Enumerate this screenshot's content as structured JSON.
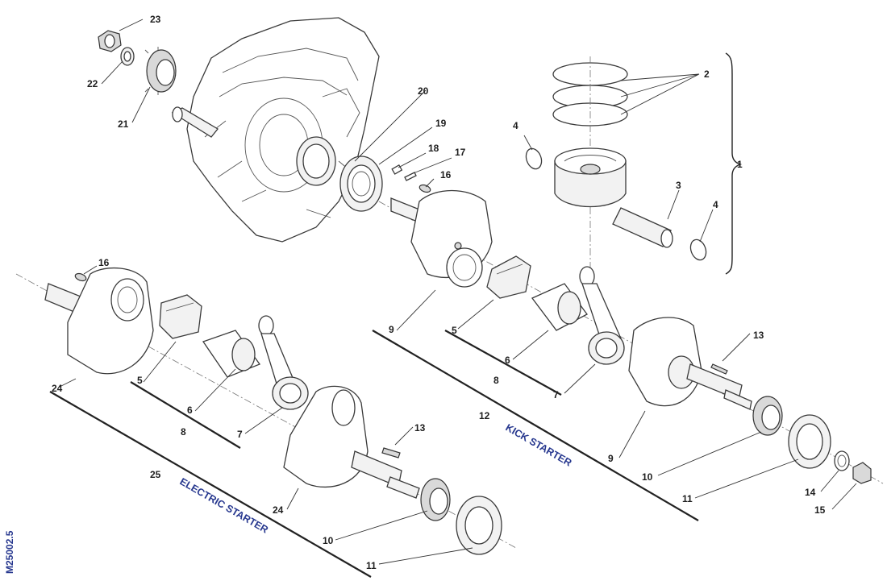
{
  "drawing": {
    "reference_code": "M25002.5",
    "group_labels": {
      "electric_starter": "ELECTRIC STARTER",
      "kick_starter": "KICK STARTER"
    },
    "callouts": {
      "c1": "1",
      "c2": "2",
      "c3": "3",
      "c4a": "4",
      "c4b": "4",
      "c5a": "5",
      "c5b": "5",
      "c6a": "6",
      "c6b": "6",
      "c7a": "7",
      "c7b": "7",
      "c8a": "8",
      "c8b": "8",
      "c9a": "9",
      "c9b": "9",
      "c10a": "10",
      "c10b": "10",
      "c11a": "11",
      "c11b": "11",
      "c12": "12",
      "c13a": "13",
      "c13b": "13",
      "c14": "14",
      "c15": "15",
      "c16a": "16",
      "c16b": "16",
      "c17": "17",
      "c18": "18",
      "c19": "19",
      "c20": "20",
      "c21": "21",
      "c22": "22",
      "c23": "23",
      "c24a": "24",
      "c24b": "24",
      "c25": "25"
    }
  }
}
